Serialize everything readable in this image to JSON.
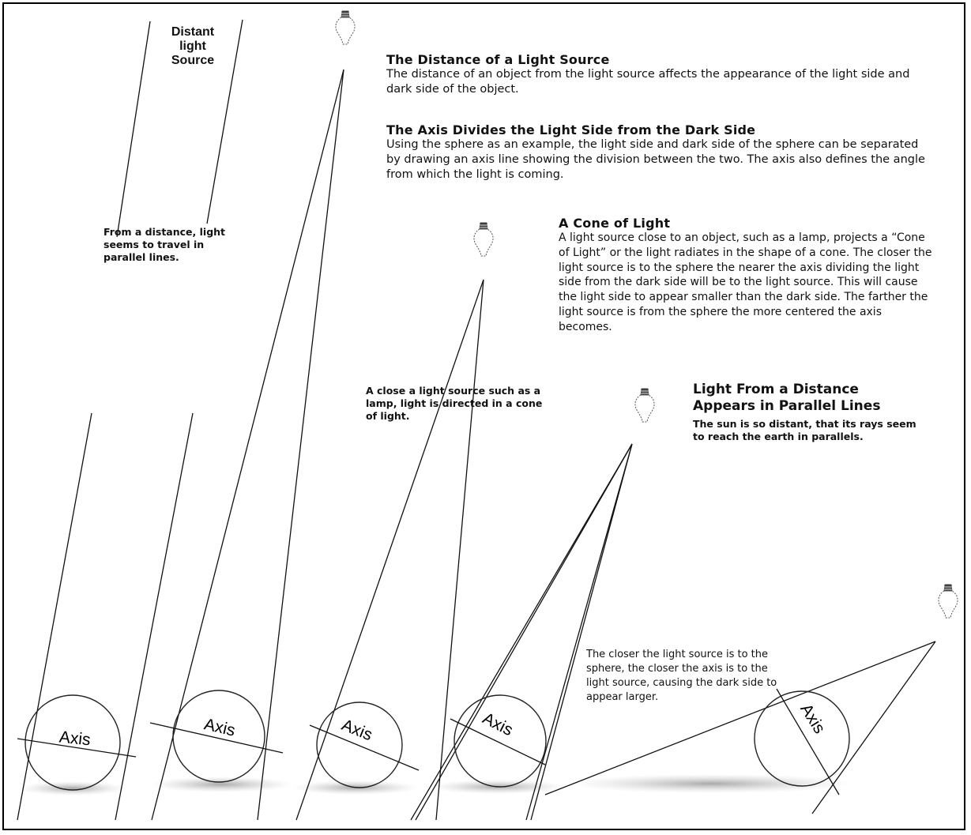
{
  "distant_label": [
    "Distant",
    "light",
    "Source"
  ],
  "section_distance": {
    "title": "The Distance of a Light Source",
    "body": "The distance of an object from the light source affects the appearance of the light side and dark side of the object."
  },
  "section_axis": {
    "title": "The Axis Divides the Light Side from the Dark Side",
    "body": "Using the sphere as an example, the light side and dark side of the sphere can be separated by drawing an axis line showing the division between the two.  The axis also defines the angle from which the light is coming."
  },
  "section_cone": {
    "title": "A Cone of Light",
    "body": "A light source close to an object, such as a lamp, projects a “Cone of Light” or the light radiates in the shape of a cone.  The closer the light source is to the sphere the nearer the axis dividing the light side from the dark side will be to the light source.  This will cause the light side to appear smaller than the dark side. The farther the light source is from the sphere the more centered the axis becomes."
  },
  "section_parallel": {
    "title_line1": "Light From a Distance",
    "title_line2": "Appears in Parallel Lines",
    "body": "The sun is so distant, that its rays seem to reach the earth in parallels."
  },
  "note_distance": "From a distance, light seems to travel in parallel lines.",
  "note_lamp": "A close a light source such as a lamp, light is directed in a cone of light.",
  "note_closer": "The closer the light source is to the sphere, the  closer the axis is to the light source, causing the dark side to appear larger.",
  "axis_label": "Axis",
  "colors": {
    "ink": "#111111",
    "shadow": "#b8b8b8",
    "border": "#000000"
  }
}
